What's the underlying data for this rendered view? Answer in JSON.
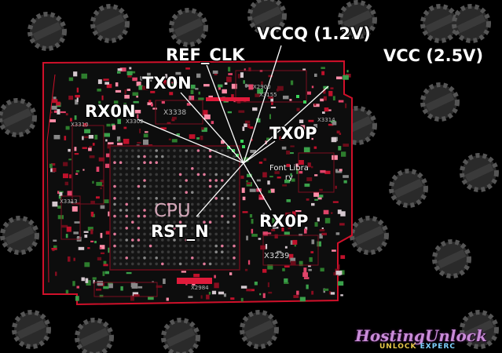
{
  "diagram": {
    "signals": {
      "vccq": "VCCQ (1.2V)",
      "vcc": "VCC (2.5V)",
      "ref_clk": "REF_CLK",
      "tx0n": "TX0N",
      "rx0n": "RX0N",
      "tx0p": "TX0P",
      "rx0p": "RX0P",
      "rst_n": "RST_N"
    },
    "chip_label": "CPU",
    "font_library": {
      "line1": "Font Libra",
      "line2": "ry"
    },
    "part_labels": {
      "x3338": "X3338",
      "x3239": "X3239",
      "x3313": "X3313",
      "x3310": "X3310",
      "x3302": "X3302",
      "x2984": "X2984",
      "x2900": "X2900",
      "x3314": "X3314",
      "x3155": "X3155"
    },
    "colors": {
      "board_red": "#d0102a",
      "pad_pink": "#e07a9a",
      "line": "#ffffff"
    }
  },
  "watermark": {
    "brand": "HostingUnlock",
    "tagline_left": "UNLOCK",
    "tagline_right": "EXPERC"
  }
}
